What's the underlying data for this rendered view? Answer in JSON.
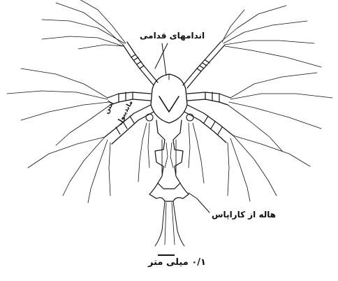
{
  "labels": {
    "anterior_appendages": "اندامهای قدامی",
    "carapace_halo": "هاله از کاراپاس",
    "mandible_line1": "آنتن",
    "mandible_line2": "ماندیبول",
    "scale": "۰/۱ میلی متر"
  },
  "colors": {
    "ink": "#111111",
    "background": "#ffffff"
  }
}
